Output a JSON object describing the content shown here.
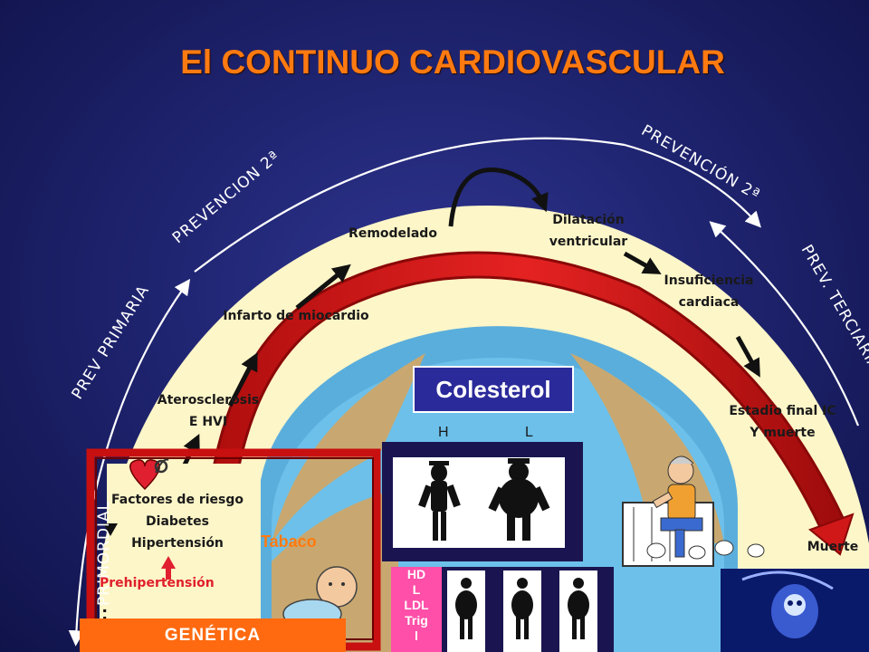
{
  "title": "El CONTINUO CARDIOVASCULAR",
  "arc_labels": {
    "prev_primaria": "PREV PRIMARIA",
    "prevencion_2a_left": "PREVENCION 2ª",
    "prevencion_2a_right": "PREVENCIÓN 2ª",
    "prev_terciaria": "PREV. TERCIARIA",
    "primordial": "PRIMORDIAL"
  },
  "stages": {
    "factores": [
      "Factores de riesgo",
      "Diabetes",
      "Hipertensión"
    ],
    "aterosclerosis": [
      "Aterosclerosis",
      "E HVI"
    ],
    "infarto": "Infarto de miocardio",
    "remodelado": "Remodelado",
    "dilatacion": [
      "Dilatación",
      "ventricular"
    ],
    "insuficiencia": [
      "Insuficiencia",
      "cardiaca"
    ],
    "estadio_final": [
      "Estadio final IC",
      "Y muerte"
    ],
    "muerte": "Muerte"
  },
  "prehipertension": "Prehipertensión",
  "colesterol": {
    "label": "Colesterol",
    "h": "H",
    "l": "L"
  },
  "lipids": [
    "HD",
    "L",
    "LDL",
    "Trig",
    "l"
  ],
  "tabaco": "Tabaco",
  "genetica": "GENÉTICA",
  "colors": {
    "title": "#ff7a10",
    "outer_band": "#fdf6c8",
    "inner_blue": "#64b8e6",
    "tan": "#c8a870",
    "red_arrow": "#d01818",
    "genetica": "#ff6a10",
    "lipids": "#ff4fa8",
    "colesterol_box": "#2b2a9a"
  }
}
